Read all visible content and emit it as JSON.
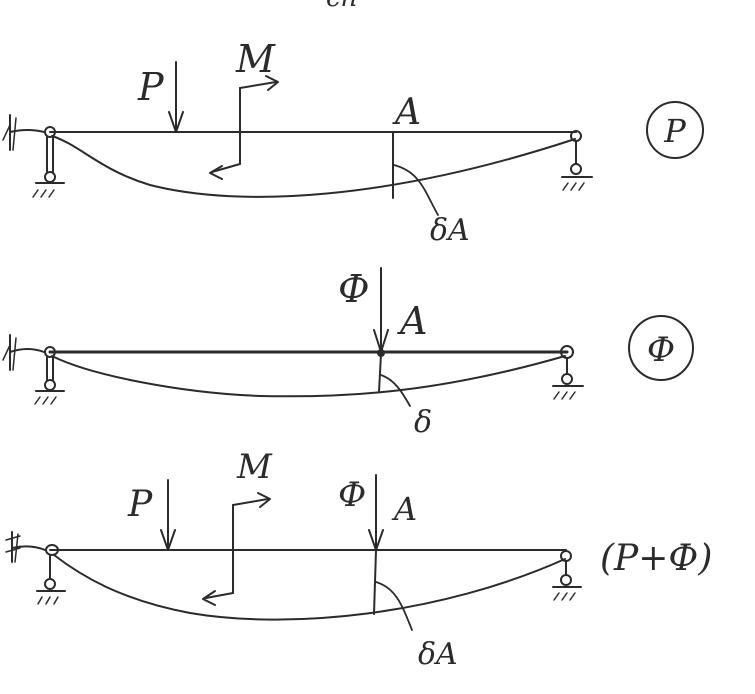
{
  "header": {
    "fragment": "сп"
  },
  "diagrams": [
    {
      "state_label": "P",
      "force_label": "P",
      "moment_label": "M",
      "point_label": "A",
      "deflection_label": "δA"
    },
    {
      "state_label": "Ф",
      "force_label": "Ф",
      "point_label": "A",
      "deflection_label": "δ"
    },
    {
      "state_label": "(P+Ф)",
      "force_label": "P",
      "moment_label": "M",
      "second_force_label": "Ф",
      "point_label": "A",
      "deflection_label": "δA"
    }
  ],
  "colors": {
    "ink": "#2b2b2b",
    "paper": "#ffffff"
  }
}
